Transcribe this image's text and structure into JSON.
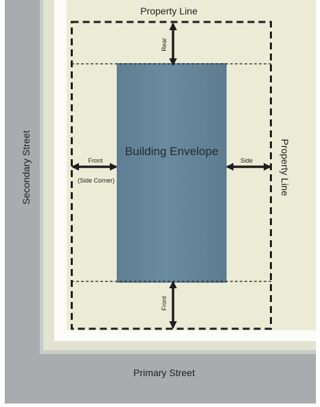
{
  "labels": {
    "property_line_top": "Property Line",
    "property_line_right": "Property Line",
    "secondary_street": "Secondary Street",
    "primary_street": "Primary Street",
    "building_envelope": "Building Envelope",
    "front_left": "Front",
    "side_corner": "(Side Corner)",
    "side": "Side",
    "rear": "Rear",
    "front_bottom": "Front"
  },
  "colors": {
    "street": "#a9abae",
    "lot": "#ecebd6",
    "building": "#6a8ba0",
    "lines": "#1e1e1e"
  }
}
